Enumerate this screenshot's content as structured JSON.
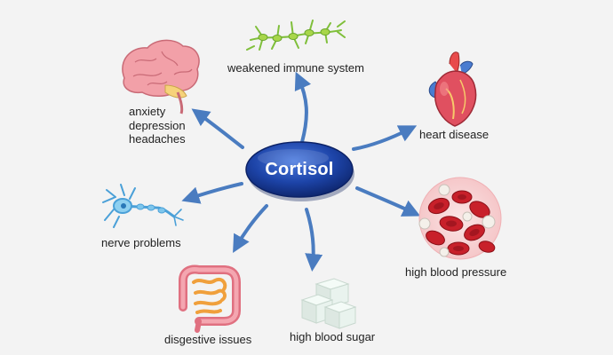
{
  "center": {
    "label": "Cortisol"
  },
  "effects": {
    "immune": "weakened immune system",
    "heart": "heart disease",
    "bp": "high blood pressure",
    "sugar": "high blood sugar",
    "digestive": "disgestive issues",
    "nerve": "nerve problems",
    "brain": [
      "anxiety",
      "depression",
      "headaches"
    ]
  },
  "colors": {
    "center": "#1a3a9a",
    "arrows": "#4a7cc0",
    "text": "#222222",
    "background": "#f3f3f3"
  },
  "icons": [
    "brain-icon",
    "neuron-network-icon",
    "heart-icon",
    "blood-cells-icon",
    "sugar-cubes-icon",
    "intestine-icon",
    "nerve-cell-icon"
  ]
}
